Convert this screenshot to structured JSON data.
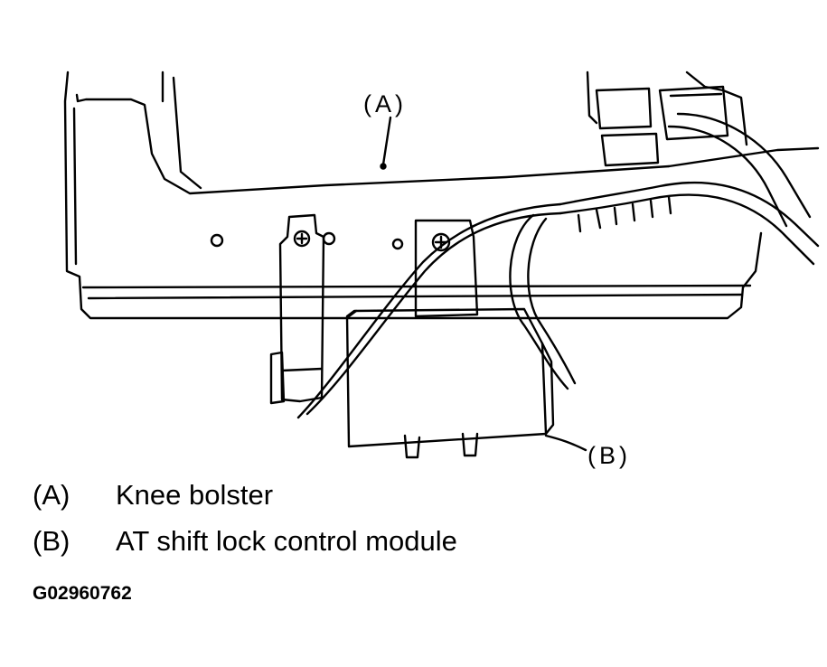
{
  "callouts": {
    "a": "(A)",
    "b": "(B)"
  },
  "legend": [
    {
      "key": "(A)",
      "text": "Knee bolster"
    },
    {
      "key": "(B)",
      "text": "AT shift lock control module"
    }
  ],
  "figure_code": "G02960762"
}
